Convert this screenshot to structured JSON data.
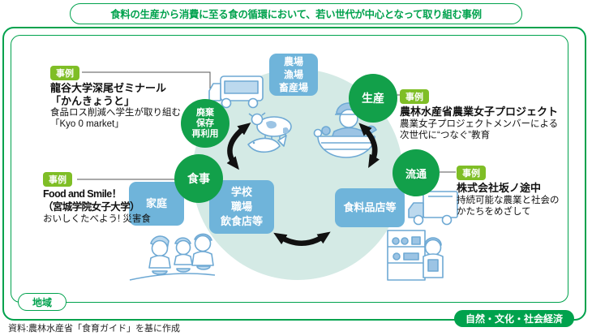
{
  "title": "食料の生産から消費に至る食の循環において、若い世代が中心となって取り組む事例",
  "frame": {
    "inner_label": "地域",
    "outer_label": "自然・文化・社会経済"
  },
  "footer": {
    "source": "資料:農林水産省「食育ガイド」を基に作成"
  },
  "stages": {
    "production": "生産",
    "distribution": "流通",
    "eating": "食事",
    "waste": [
      "廃棄",
      "保存",
      "再利用"
    ]
  },
  "places": {
    "farm": [
      "農場",
      "漁場",
      "畜産場"
    ],
    "home": "家庭",
    "school": [
      "学校",
      "職場",
      "飲食店等"
    ],
    "store": "食料品店等"
  },
  "examples": [
    {
      "label": "事例",
      "title_lines": [
        "龍谷大学深尾ゼミナール",
        "「かんきょうと」"
      ],
      "desc_lines": [
        "食品ロス削減へ学生が取り組む",
        "「Kyo 0 market」"
      ]
    },
    {
      "label": "事例",
      "title_lines": [
        "農林水産省農業女子プロジェクト"
      ],
      "desc_lines": [
        "農業女子プロジェクトメンバーによる",
        "次世代に“つなぐ”教育"
      ]
    },
    {
      "label": "事例",
      "title_lines": [
        "株式会社坂ノ途中"
      ],
      "desc_lines": [
        "持続可能な農業と社会の",
        "かたちをめざして"
      ]
    },
    {
      "label": "事例",
      "title_lines": [
        "Food and Smile！",
        "（宮城学院女子大学）"
      ],
      "desc_lines": [
        "おいしくたべよう! 災害食"
      ]
    }
  ],
  "illustrations": [
    "garbage-truck-icon",
    "cow-icon",
    "fish-icon",
    "farmer-basket-icon",
    "delivery-truck-icon",
    "grocery-store-icon",
    "family-eating-icon",
    "cycle-arrow"
  ],
  "colors": {
    "frame_green": "#00a24d",
    "stage_green": "#12a04a",
    "badge_green": "#7fbe26",
    "place_blue": "#6fb4da",
    "cycle_bg": "#d4eae5",
    "illustration_blue": "#6ea9d4",
    "arrow_black": "#111111"
  }
}
